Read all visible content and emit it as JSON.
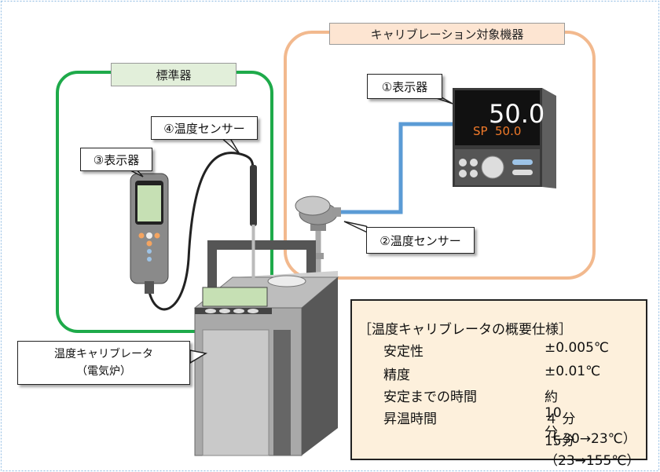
{
  "target_group_title": "キャリブレーション対象機器",
  "standard_group_title": "標準器",
  "labels": {
    "display1": "①表示器",
    "sensor2": "②温度センサー",
    "display3": "③表示器",
    "sensor4": "④温度センサー",
    "calibrator_line1": "温度キャリブレータ",
    "calibrator_line2": "（電気炉）"
  },
  "controller": {
    "pv": "50.0",
    "sp_label": "SP",
    "sp": "50.0"
  },
  "spec": {
    "title": "［温度キャリブレータの概要仕様］",
    "rows": [
      {
        "label": "安定性",
        "value": "±0.005℃"
      },
      {
        "label": "精度",
        "value": "±0.01℃"
      },
      {
        "label": "安定までの時間",
        "value": "約10分"
      },
      {
        "label": "昇温時間",
        "value": "４ 分（-30→23℃）"
      },
      {
        "label": "",
        "value": "15分（23→155℃）"
      }
    ]
  },
  "colors": {
    "target_border": "#f2b98e",
    "standard_border": "#1eaa4a",
    "cable_blue": "#5b9bd5",
    "spec_bg": "#fdf0dc",
    "controller_accent": "#f07a2a"
  }
}
